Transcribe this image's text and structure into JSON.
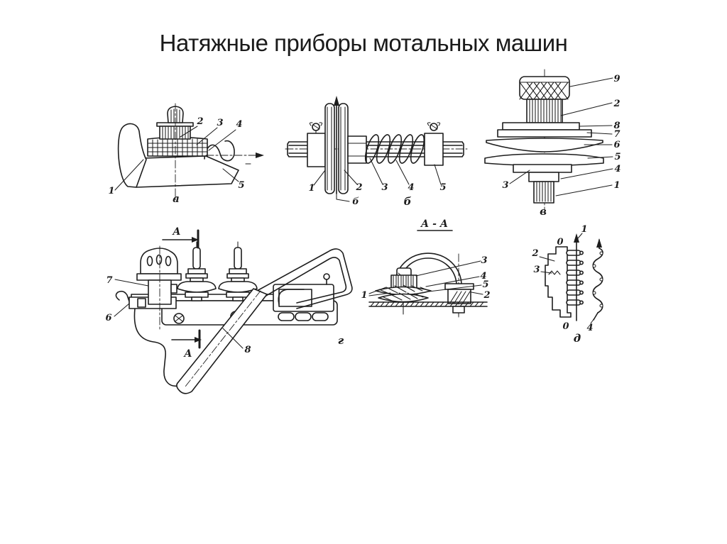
{
  "slide": {
    "title": "Натяжные приборы мотальных машин"
  },
  "fig_a": {
    "caption": "а",
    "c1": "1",
    "c2": "2",
    "c3": "3",
    "c4": "4",
    "c5": "5"
  },
  "fig_b": {
    "caption": "б",
    "thread": "б",
    "c1": "1",
    "c2": "2",
    "c3": "3",
    "c4": "4",
    "c5": "5"
  },
  "fig_v": {
    "caption": "в",
    "c1": "1",
    "c2": "2",
    "c3": "3",
    "c4": "4",
    "c5": "5",
    "c6": "6",
    "c7": "7",
    "c8": "8",
    "c9": "9"
  },
  "fig_g": {
    "caption": "г",
    "section": "А",
    "c6": "6",
    "c7": "7",
    "c8": "8"
  },
  "fig_aa": {
    "caption": "А - А",
    "c1": "1",
    "c2": "2",
    "c3": "3",
    "c4": "4",
    "c5": "5"
  },
  "fig_d": {
    "caption": "д",
    "c0a": "0",
    "c0b": "0",
    "c1": "1",
    "c2": "2",
    "c3": "3",
    "c4": "4"
  }
}
